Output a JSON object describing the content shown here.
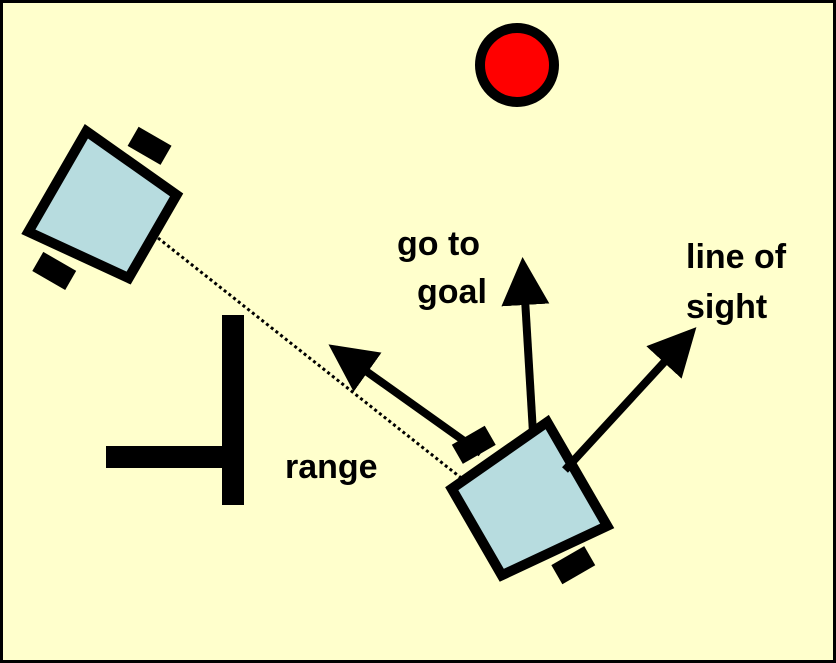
{
  "colors": {
    "background": "#ffffcc",
    "robot_body": "#b7dcdf",
    "goal": "#ff0000",
    "ink": "#000000"
  },
  "labels": {
    "go_to_goal_line1": "go to",
    "go_to_goal_line2": "goal",
    "line_of_sight_line1": "line of",
    "line_of_sight_line2": "sight",
    "range": "range"
  }
}
